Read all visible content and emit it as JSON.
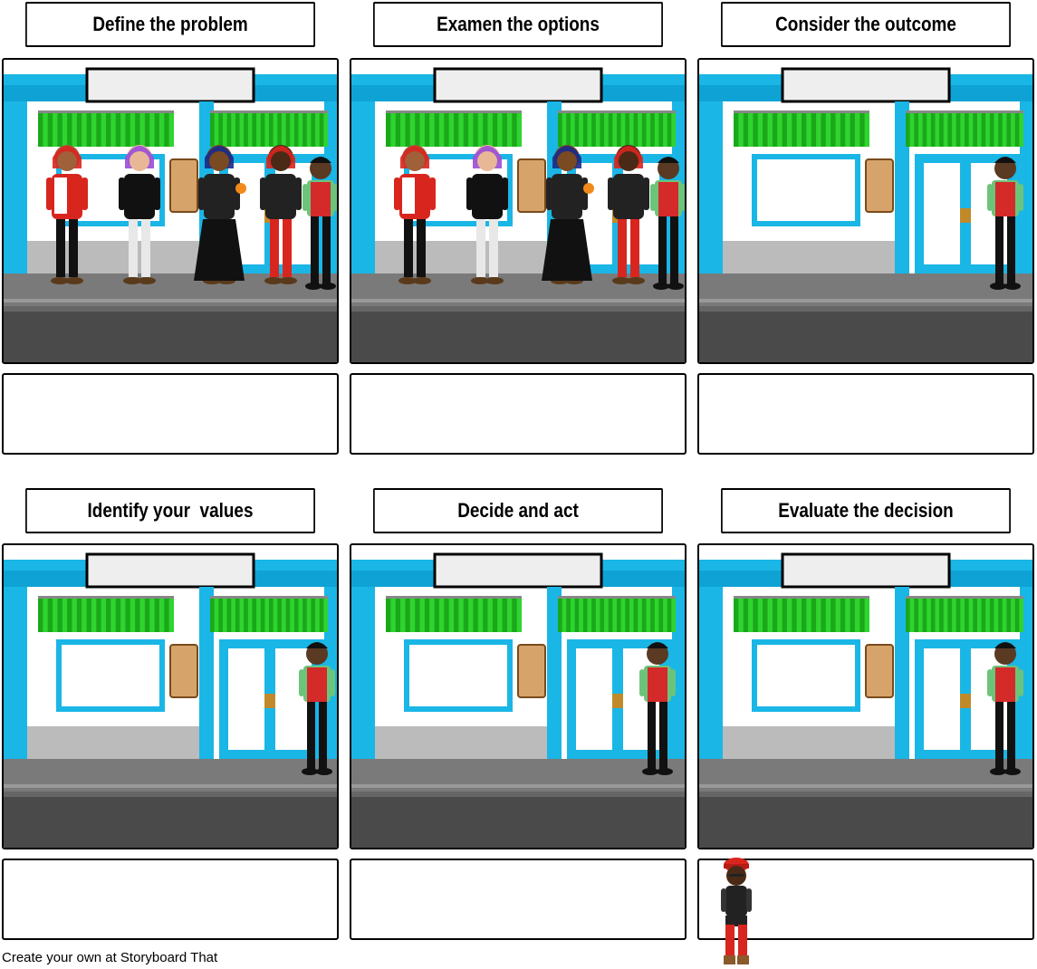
{
  "panels": [
    {
      "title": "Define the problem",
      "characters": [
        "woman-red-jacket",
        "woman-purple-hair",
        "person-blue-hair-torch",
        "boy-red-cap",
        "man-red-vest"
      ]
    },
    {
      "title": "Examen the options",
      "characters": [
        "woman-red-jacket",
        "woman-purple-hair",
        "person-blue-hair-torch",
        "boy-red-cap",
        "man-red-vest"
      ]
    },
    {
      "title": "Consider the outcome",
      "characters": [
        "man-red-vest"
      ]
    },
    {
      "title": "Identify your  values",
      "characters": [
        "man-red-vest"
      ]
    },
    {
      "title": "Decide and act",
      "characters": [
        "man-red-vest"
      ]
    },
    {
      "title": "Evaluate the decision",
      "characters": [
        "man-red-vest"
      ]
    }
  ],
  "footer": "Create your own at Storyboard That",
  "colors": {
    "storefront_blue": "#1ab6e6",
    "awning_green": "#2fd42f",
    "sidewalk": "#7a7a7a",
    "street": "#4a4a4a"
  }
}
